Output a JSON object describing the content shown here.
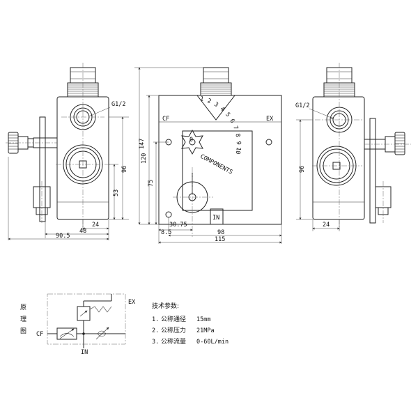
{
  "front_view": {
    "port_label": "G1/2",
    "dims": {
      "width_overall": "90.5",
      "offset_48": "48",
      "offset_24": "24",
      "height_96": "96",
      "height_53": "53"
    }
  },
  "center_view": {
    "cf_label": "CF",
    "ex_label": "EX",
    "in_label": "IN",
    "dial_zero": "0",
    "scale_marks": [
      "1",
      "2",
      "3",
      "4",
      "5",
      "6",
      "7",
      "8",
      "9",
      "10"
    ],
    "brand_text": "COMPONENTS",
    "dims": {
      "height_147": "147",
      "height_120": "120",
      "height_75": "75",
      "d_30_75": "30.75",
      "d_8_5": "8.5",
      "d_98": "98",
      "d_115": "115"
    }
  },
  "side_view": {
    "port_label": "G1/2",
    "dims": {
      "height_96": "96",
      "offset_24": "24"
    }
  },
  "schematic": {
    "title_chars": [
      "原",
      "理",
      "图"
    ],
    "ex_label": "EX",
    "cf_label": "CF",
    "in_label": "IN"
  },
  "specs": {
    "heading": "技术参数:",
    "items": [
      {
        "index": "1.",
        "name": "公称通径",
        "value": "15mm"
      },
      {
        "index": "2.",
        "name": "公称压力",
        "value": "21MPa"
      },
      {
        "index": "3.",
        "name": "公称流量",
        "value": "0-60L/min"
      }
    ]
  }
}
